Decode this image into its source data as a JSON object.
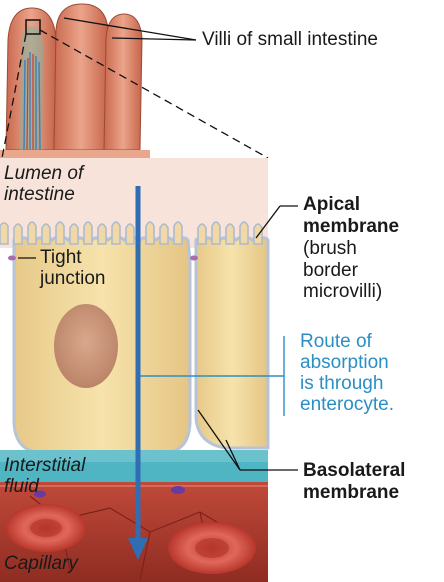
{
  "labels": {
    "villi": "Villi of small intestine",
    "lumen_line1": "Lumen of",
    "lumen_line2": "intestine",
    "tight_line1": "Tight",
    "tight_line2": "junction",
    "apical_line1": "Apical",
    "apical_line2": "membrane",
    "apical_line3": "(brush",
    "apical_line4": "border",
    "apical_line5": "microvilli)",
    "route_line1": "Route of",
    "route_line2": "absorption",
    "route_line3": "is through",
    "route_line4": "enterocyte.",
    "interstitial_line1": "Interstitial",
    "interstitial_line2": "fluid",
    "basolateral_line1": "Basolateral",
    "basolateral_line2": "membrane",
    "capillary": "Capillary"
  },
  "colors": {
    "lumen": "#f7e3da",
    "cell": "#f3dda0",
    "nucleus": "#c9967a",
    "membrane": "#b8c8dc",
    "interstitial": "#4fb5c2",
    "capillary": "#a83a2e",
    "route": "#2b8fc4",
    "arrow": "#2f6db5"
  }
}
